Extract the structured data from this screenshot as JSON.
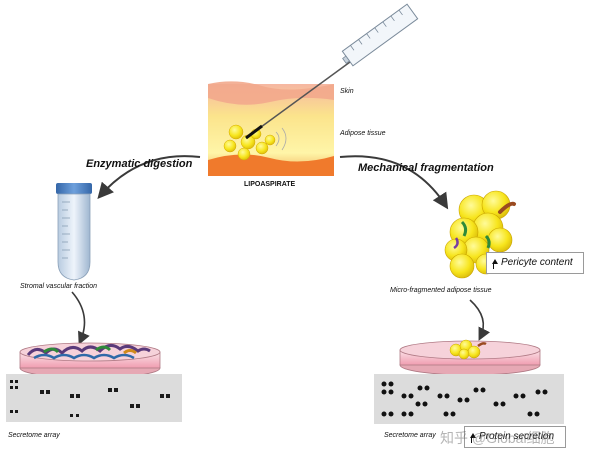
{
  "labels": {
    "skin": "Skin",
    "adipose_tissue": "Adipose tissue",
    "lipoaspirate": "LIPOASPIRATE",
    "enzymatic_digestion": "Enzymatic digestion",
    "mechanical_fragmentation": "Mechanical fragmentation",
    "stromal_vascular_fraction": "Stromal vascular fraction",
    "micro_fragmented_adipose_tissue": "Micro-fragmented adipose tissue",
    "pericyte_content": "Pericyte content",
    "secretome_array_left": "Secretome array",
    "secretome_array_right": "Secretome array",
    "protein_secretion": "Protein secretion",
    "watermark": "知乎 @Global细胞"
  },
  "colors": {
    "fat_yellow": "#f7e51c",
    "skin_orange": "#f07a2c",
    "dish_pink": "#f2a7b5",
    "tube_cap": "#4f87c8",
    "array_bg": "#dcdcdc",
    "arrow": "#3a3a3a"
  },
  "icons": {
    "syringe": "syringe-icon",
    "tube": "centrifuge-tube-icon",
    "up_arrow": "up-arrow-icon"
  }
}
